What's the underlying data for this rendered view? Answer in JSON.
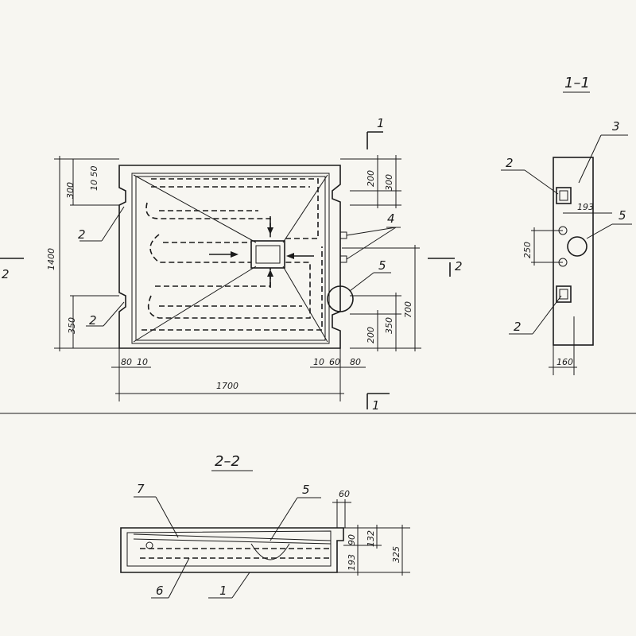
{
  "plan": {
    "dim_1400": "1400",
    "dim_300_left": "300",
    "dim_10_50": "10 50",
    "dim_350_left": "350",
    "dim_200_top": "200",
    "dim_300_right": "300",
    "dim_200_bottom": "200",
    "dim_350_right": "350",
    "dim_700": "700",
    "dim_80_left": "80",
    "dim_10_left": "10",
    "dim_10_right": "10",
    "dim_60_right": "60",
    "dim_80_right": "80",
    "dim_1700": "1700",
    "label_2_top": "2",
    "label_2_bottom": "2",
    "label_4": "4",
    "label_5": "5",
    "cut_1_top": "1",
    "cut_1_bottom": "1",
    "cut_2_left": "2",
    "cut_2_right": "2"
  },
  "section_1_1": {
    "title": "1–1",
    "label_3": "3",
    "label_2_top": "2",
    "label_2_bottom": "2",
    "label_5": "5",
    "dim_193": "193",
    "dim_250": "250",
    "dim_160": "160"
  },
  "section_2_2": {
    "title": "2–2",
    "label_7": "7",
    "label_5": "5",
    "label_6": "6",
    "label_1": "1",
    "dim_60": "60",
    "dim_90": "90",
    "dim_132": "132",
    "dim_193": "193",
    "dim_325": "325"
  }
}
